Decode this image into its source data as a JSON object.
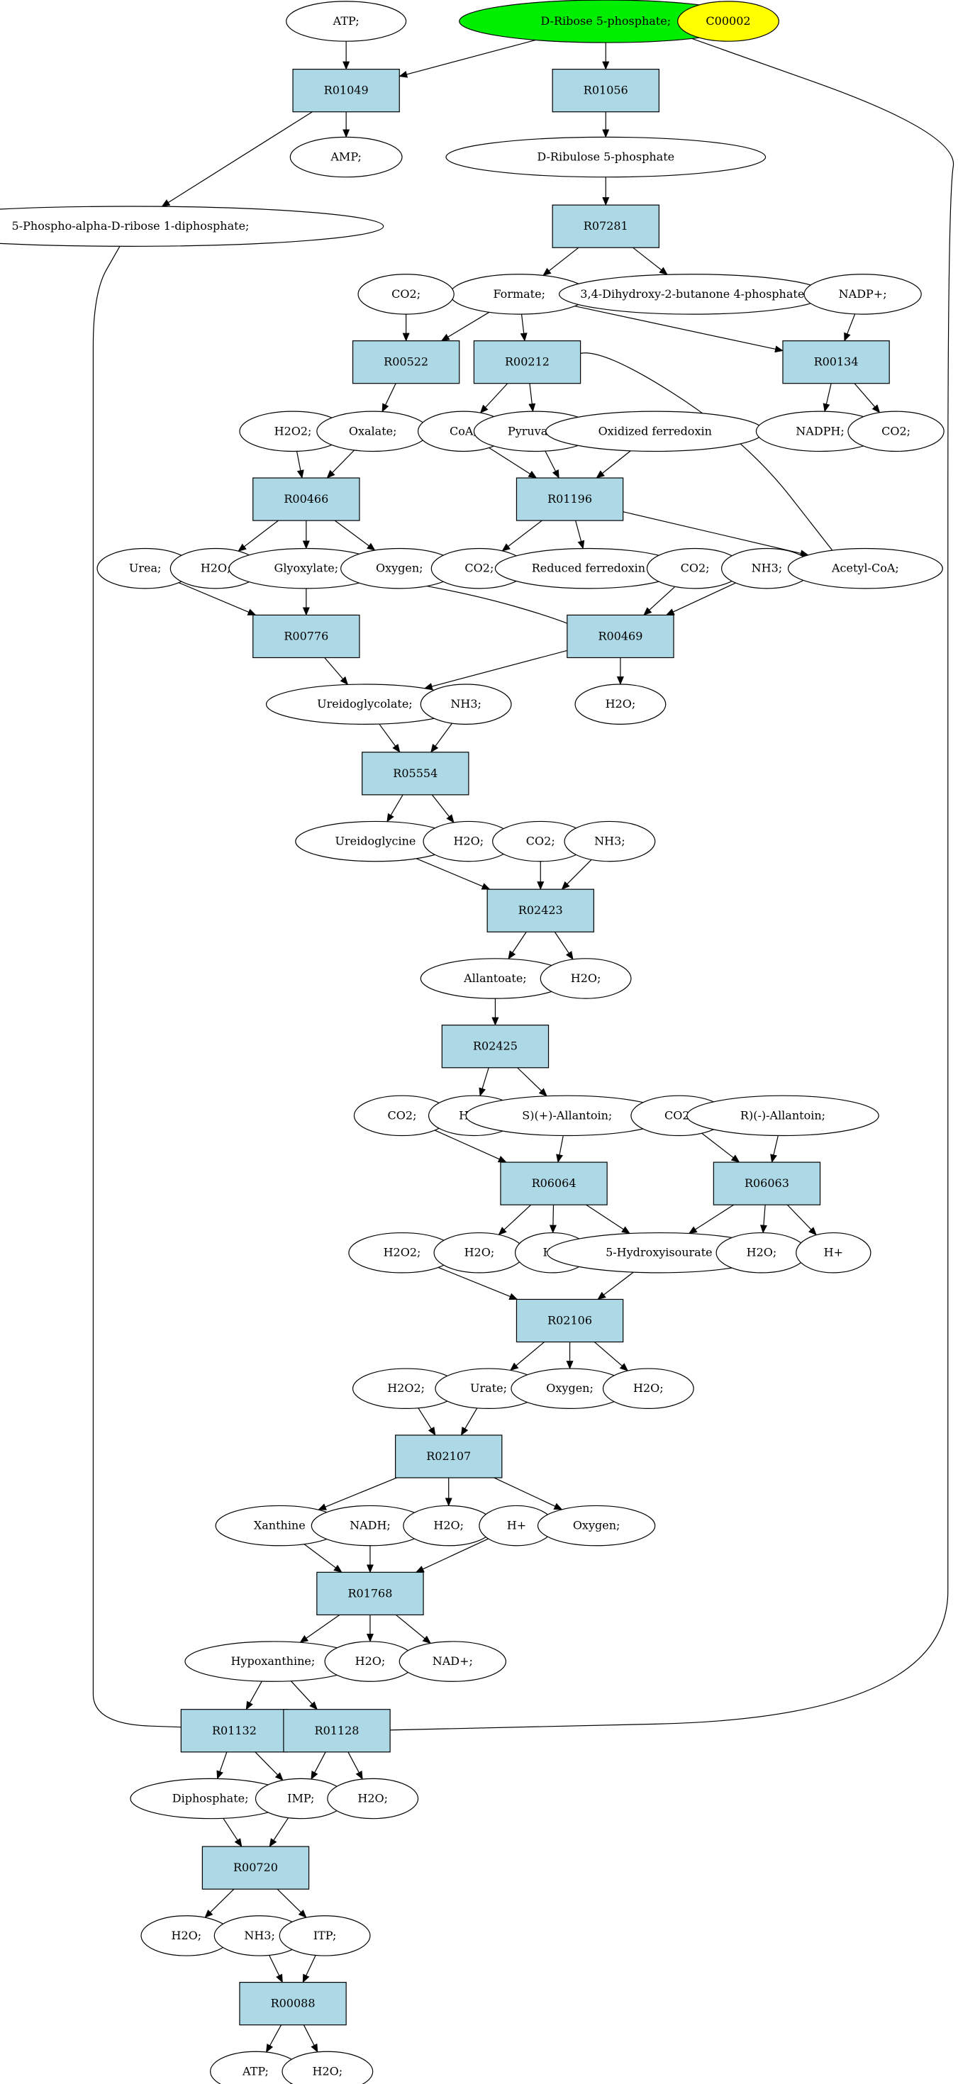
{
  "diagram": {
    "nodes": [
      {
        "id": "atp_top",
        "label": "ATP;",
        "shape": "ellipse",
        "fill": "#ffffff"
      },
      {
        "id": "ribose5p",
        "label": "D-Ribose 5-phosphate;",
        "shape": "ellipse",
        "fill": "#00ee00"
      },
      {
        "id": "c00002",
        "label": "C00002",
        "shape": "ellipse",
        "fill": "#ffff00"
      },
      {
        "id": "R01049",
        "label": "R01049",
        "shape": "box",
        "fill": "#add8e6"
      },
      {
        "id": "R01056",
        "label": "R01056",
        "shape": "box",
        "fill": "#add8e6"
      },
      {
        "id": "amp",
        "label": "AMP;",
        "shape": "ellipse",
        "fill": "#ffffff"
      },
      {
        "id": "ribulose5p",
        "label": "D-Ribulose 5-phosphate",
        "shape": "ellipse",
        "fill": "#ffffff"
      },
      {
        "id": "prpp",
        "label": "5-Phospho-alpha-D-ribose 1-diphosphate;",
        "shape": "ellipse",
        "fill": "#ffffff"
      },
      {
        "id": "R07281",
        "label": "R07281",
        "shape": "box",
        "fill": "#add8e6"
      },
      {
        "id": "formate",
        "label": "Formate;",
        "shape": "ellipse",
        "fill": "#ffffff"
      },
      {
        "id": "dhbp",
        "label": "3,4-Dihydroxy-2-butanone 4-phosphate",
        "shape": "ellipse",
        "fill": "#ffffff"
      },
      {
        "id": "co2_a",
        "label": "CO2;",
        "shape": "ellipse",
        "fill": "#ffffff"
      },
      {
        "id": "nadp",
        "label": "NADP+;",
        "shape": "ellipse",
        "fill": "#ffffff"
      },
      {
        "id": "R00522",
        "label": "R00522",
        "shape": "box",
        "fill": "#add8e6"
      },
      {
        "id": "R00212",
        "label": "R00212",
        "shape": "box",
        "fill": "#add8e6"
      },
      {
        "id": "R00134",
        "label": "R00134",
        "shape": "box",
        "fill": "#add8e6"
      },
      {
        "id": "h2o2_a",
        "label": "H2O2;",
        "shape": "ellipse",
        "fill": "#ffffff"
      },
      {
        "id": "oxalate",
        "label": "Oxalate;",
        "shape": "ellipse",
        "fill": "#ffffff"
      },
      {
        "id": "coa",
        "label": "CoA;",
        "shape": "ellipse",
        "fill": "#ffffff"
      },
      {
        "id": "pyruvate",
        "label": "Pyruvate;",
        "shape": "ellipse",
        "fill": "#ffffff"
      },
      {
        "id": "oxfd",
        "label": "Oxidized ferredoxin",
        "shape": "ellipse",
        "fill": "#ffffff"
      },
      {
        "id": "nadph",
        "label": "NADPH;",
        "shape": "ellipse",
        "fill": "#ffffff"
      },
      {
        "id": "co2_b",
        "label": "CO2;",
        "shape": "ellipse",
        "fill": "#ffffff"
      },
      {
        "id": "R00466",
        "label": "R00466",
        "shape": "box",
        "fill": "#add8e6"
      },
      {
        "id": "R01196",
        "label": "R01196",
        "shape": "box",
        "fill": "#add8e6"
      },
      {
        "id": "urea",
        "label": "Urea;",
        "shape": "ellipse",
        "fill": "#ffffff"
      },
      {
        "id": "h2o_a",
        "label": "H2O;",
        "shape": "ellipse",
        "fill": "#ffffff"
      },
      {
        "id": "glyoxylate",
        "label": "Glyoxylate;",
        "shape": "ellipse",
        "fill": "#ffffff"
      },
      {
        "id": "oxygen_a",
        "label": "Oxygen;",
        "shape": "ellipse",
        "fill": "#ffffff"
      },
      {
        "id": "co2_c",
        "label": "CO2;",
        "shape": "ellipse",
        "fill": "#ffffff"
      },
      {
        "id": "redfd",
        "label": "Reduced ferredoxin",
        "shape": "ellipse",
        "fill": "#ffffff"
      },
      {
        "id": "co2_d",
        "label": "CO2;",
        "shape": "ellipse",
        "fill": "#ffffff"
      },
      {
        "id": "nh3_a",
        "label": "NH3;",
        "shape": "ellipse",
        "fill": "#ffffff"
      },
      {
        "id": "acetylcoa",
        "label": "Acetyl-CoA;",
        "shape": "ellipse",
        "fill": "#ffffff"
      },
      {
        "id": "R00776",
        "label": "R00776",
        "shape": "box",
        "fill": "#add8e6"
      },
      {
        "id": "R00469",
        "label": "R00469",
        "shape": "box",
        "fill": "#add8e6"
      },
      {
        "id": "ureidoglycolate",
        "label": "Ureidoglycolate;",
        "shape": "ellipse",
        "fill": "#ffffff"
      },
      {
        "id": "nh3_b",
        "label": "NH3;",
        "shape": "ellipse",
        "fill": "#ffffff"
      },
      {
        "id": "h2o_b",
        "label": "H2O;",
        "shape": "ellipse",
        "fill": "#ffffff"
      },
      {
        "id": "R05554",
        "label": "R05554",
        "shape": "box",
        "fill": "#add8e6"
      },
      {
        "id": "ureidoglycine",
        "label": "Ureidoglycine",
        "shape": "ellipse",
        "fill": "#ffffff"
      },
      {
        "id": "h2o_c",
        "label": "H2O;",
        "shape": "ellipse",
        "fill": "#ffffff"
      },
      {
        "id": "co2_e",
        "label": "CO2;",
        "shape": "ellipse",
        "fill": "#ffffff"
      },
      {
        "id": "nh3_c",
        "label": "NH3;",
        "shape": "ellipse",
        "fill": "#ffffff"
      },
      {
        "id": "R02423",
        "label": "R02423",
        "shape": "box",
        "fill": "#add8e6"
      },
      {
        "id": "allantoate",
        "label": "Allantoate;",
        "shape": "ellipse",
        "fill": "#ffffff"
      },
      {
        "id": "h2o_d",
        "label": "H2O;",
        "shape": "ellipse",
        "fill": "#ffffff"
      },
      {
        "id": "R02425",
        "label": "R02425",
        "shape": "box",
        "fill": "#add8e6"
      },
      {
        "id": "co2_f",
        "label": "CO2;",
        "shape": "ellipse",
        "fill": "#ffffff"
      },
      {
        "id": "h2o_e",
        "label": "H2O;",
        "shape": "ellipse",
        "fill": "#ffffff"
      },
      {
        "id": "sallantoin",
        "label": "S)(+)-Allantoin;",
        "shape": "ellipse",
        "fill": "#ffffff"
      },
      {
        "id": "co2_g",
        "label": "CO2;",
        "shape": "ellipse",
        "fill": "#ffffff"
      },
      {
        "id": "rallantoin",
        "label": "R)(-)-Allantoin;",
        "shape": "ellipse",
        "fill": "#ffffff"
      },
      {
        "id": "R06064",
        "label": "R06064",
        "shape": "box",
        "fill": "#add8e6"
      },
      {
        "id": "R06063",
        "label": "R06063",
        "shape": "box",
        "fill": "#add8e6"
      },
      {
        "id": "h2o2_b",
        "label": "H2O2;",
        "shape": "ellipse",
        "fill": "#ffffff"
      },
      {
        "id": "h2o_f",
        "label": "H2O;",
        "shape": "ellipse",
        "fill": "#ffffff"
      },
      {
        "id": "hplus_a",
        "label": "H+",
        "shape": "ellipse",
        "fill": "#ffffff"
      },
      {
        "id": "hydroxyisourate",
        "label": "5-Hydroxyisourate",
        "shape": "ellipse",
        "fill": "#ffffff"
      },
      {
        "id": "h2o_g",
        "label": "H2O;",
        "shape": "ellipse",
        "fill": "#ffffff"
      },
      {
        "id": "hplus_b",
        "label": "H+",
        "shape": "ellipse",
        "fill": "#ffffff"
      },
      {
        "id": "R02106",
        "label": "R02106",
        "shape": "box",
        "fill": "#add8e6"
      },
      {
        "id": "h2o2_c",
        "label": "H2O2;",
        "shape": "ellipse",
        "fill": "#ffffff"
      },
      {
        "id": "urate",
        "label": "Urate;",
        "shape": "ellipse",
        "fill": "#ffffff"
      },
      {
        "id": "oxygen_b",
        "label": "Oxygen;",
        "shape": "ellipse",
        "fill": "#ffffff"
      },
      {
        "id": "h2o_h",
        "label": "H2O;",
        "shape": "ellipse",
        "fill": "#ffffff"
      },
      {
        "id": "R02107",
        "label": "R02107",
        "shape": "box",
        "fill": "#add8e6"
      },
      {
        "id": "xanthine",
        "label": "Xanthine",
        "shape": "ellipse",
        "fill": "#ffffff"
      },
      {
        "id": "nadh",
        "label": "NADH;",
        "shape": "ellipse",
        "fill": "#ffffff"
      },
      {
        "id": "h2o_i",
        "label": "H2O;",
        "shape": "ellipse",
        "fill": "#ffffff"
      },
      {
        "id": "hplus_c",
        "label": "H+",
        "shape": "ellipse",
        "fill": "#ffffff"
      },
      {
        "id": "oxygen_c",
        "label": "Oxygen;",
        "shape": "ellipse",
        "fill": "#ffffff"
      },
      {
        "id": "R01768",
        "label": "R01768",
        "shape": "box",
        "fill": "#add8e6"
      },
      {
        "id": "hypoxanthine",
        "label": "Hypoxanthine;",
        "shape": "ellipse",
        "fill": "#ffffff"
      },
      {
        "id": "h2o_j",
        "label": "H2O;",
        "shape": "ellipse",
        "fill": "#ffffff"
      },
      {
        "id": "nadplus",
        "label": "NAD+;",
        "shape": "ellipse",
        "fill": "#ffffff"
      },
      {
        "id": "R01132",
        "label": "R01132",
        "shape": "box",
        "fill": "#add8e6"
      },
      {
        "id": "R01128",
        "label": "R01128",
        "shape": "box",
        "fill": "#add8e6"
      },
      {
        "id": "diphosphate",
        "label": "Diphosphate;",
        "shape": "ellipse",
        "fill": "#ffffff"
      },
      {
        "id": "imp",
        "label": "IMP;",
        "shape": "ellipse",
        "fill": "#ffffff"
      },
      {
        "id": "h2o_k",
        "label": "H2O;",
        "shape": "ellipse",
        "fill": "#ffffff"
      },
      {
        "id": "R00720",
        "label": "R00720",
        "shape": "box",
        "fill": "#add8e6"
      },
      {
        "id": "h2o_l",
        "label": "H2O;",
        "shape": "ellipse",
        "fill": "#ffffff"
      },
      {
        "id": "nh3_d",
        "label": "NH3;",
        "shape": "ellipse",
        "fill": "#ffffff"
      },
      {
        "id": "itp",
        "label": "ITP;",
        "shape": "ellipse",
        "fill": "#ffffff"
      },
      {
        "id": "R00088",
        "label": "R00088",
        "shape": "box",
        "fill": "#add8e6"
      },
      {
        "id": "atp_bottom",
        "label": "ATP;",
        "shape": "ellipse",
        "fill": "#ffffff"
      },
      {
        "id": "h2o_m",
        "label": "H2O;",
        "shape": "ellipse",
        "fill": "#ffffff"
      }
    ],
    "edges": [
      [
        "atp_top",
        "R01049"
      ],
      [
        "ribose5p",
        "R01049"
      ],
      [
        "ribose5p",
        "R01056"
      ],
      [
        "ribose5p",
        "R01128"
      ],
      [
        "R01049",
        "amp"
      ],
      [
        "R01049",
        "prpp"
      ],
      [
        "R01056",
        "ribulose5p"
      ],
      [
        "ribulose5p",
        "R07281"
      ],
      [
        "R07281",
        "formate"
      ],
      [
        "R07281",
        "dhbp"
      ],
      [
        "co2_a",
        "R00522"
      ],
      [
        "formate",
        "R00522"
      ],
      [
        "formate",
        "R00212"
      ],
      [
        "formate",
        "R00134"
      ],
      [
        "nadp",
        "R00134"
      ],
      [
        "R00522",
        "oxalate"
      ],
      [
        "R00212",
        "coa"
      ],
      [
        "R00212",
        "pyruvate"
      ],
      [
        "R00134",
        "nadph"
      ],
      [
        "R00134",
        "co2_b"
      ],
      [
        "h2o2_a",
        "R00466"
      ],
      [
        "oxalate",
        "R00466"
      ],
      [
        "coa",
        "R01196"
      ],
      [
        "pyruvate",
        "R01196"
      ],
      [
        "oxfd",
        "R01196"
      ],
      [
        "R00466",
        "h2o_a"
      ],
      [
        "R00466",
        "glyoxylate"
      ],
      [
        "R00466",
        "oxygen_a"
      ],
      [
        "R01196",
        "co2_c"
      ],
      [
        "R01196",
        "redfd"
      ],
      [
        "R01196",
        "acetylcoa"
      ],
      [
        "acetylcoa",
        "R00212"
      ],
      [
        "urea",
        "R00776"
      ],
      [
        "glyoxylate",
        "R00776"
      ],
      [
        "glyoxylate",
        "R00469"
      ],
      [
        "co2_d",
        "R00469"
      ],
      [
        "nh3_a",
        "R00469"
      ],
      [
        "R00776",
        "ureidoglycolate"
      ],
      [
        "R00469",
        "ureidoglycolate"
      ],
      [
        "R00469",
        "h2o_b"
      ],
      [
        "ureidoglycolate",
        "R05554"
      ],
      [
        "nh3_b",
        "R05554"
      ],
      [
        "R05554",
        "ureidoglycine"
      ],
      [
        "R05554",
        "h2o_c"
      ],
      [
        "ureidoglycine",
        "R02423"
      ],
      [
        "co2_e",
        "R02423"
      ],
      [
        "nh3_c",
        "R02423"
      ],
      [
        "R02423",
        "allantoate"
      ],
      [
        "R02423",
        "h2o_d"
      ],
      [
        "allantoate",
        "R02425"
      ],
      [
        "R02425",
        "h2o_e"
      ],
      [
        "R02425",
        "sallantoin"
      ],
      [
        "co2_f",
        "R06064"
      ],
      [
        "sallantoin",
        "R06064"
      ],
      [
        "co2_g",
        "R06063"
      ],
      [
        "rallantoin",
        "R06063"
      ],
      [
        "R06064",
        "h2o_f"
      ],
      [
        "R06064",
        "hplus_a"
      ],
      [
        "R06064",
        "hydroxyisourate"
      ],
      [
        "R06063",
        "hydroxyisourate"
      ],
      [
        "R06063",
        "h2o_g"
      ],
      [
        "R06063",
        "hplus_b"
      ],
      [
        "h2o2_b",
        "R02106"
      ],
      [
        "hydroxyisourate",
        "R02106"
      ],
      [
        "R02106",
        "urate"
      ],
      [
        "R02106",
        "oxygen_b"
      ],
      [
        "R02106",
        "h2o_h"
      ],
      [
        "h2o2_c",
        "R02107"
      ],
      [
        "urate",
        "R02107"
      ],
      [
        "R02107",
        "xanthine"
      ],
      [
        "R02107",
        "h2o_i"
      ],
      [
        "R02107",
        "oxygen_c"
      ],
      [
        "xanthine",
        "R01768"
      ],
      [
        "nadh",
        "R01768"
      ],
      [
        "hplus_c",
        "R01768"
      ],
      [
        "R01768",
        "hypoxanthine"
      ],
      [
        "R01768",
        "h2o_j"
      ],
      [
        "R01768",
        "nadplus"
      ],
      [
        "prpp",
        "R01132"
      ],
      [
        "hypoxanthine",
        "R01132"
      ],
      [
        "hypoxanthine",
        "R01128"
      ],
      [
        "R01132",
        "diphosphate"
      ],
      [
        "R01132",
        "imp"
      ],
      [
        "R01128",
        "imp"
      ],
      [
        "R01128",
        "h2o_k"
      ],
      [
        "diphosphate",
        "R00720"
      ],
      [
        "imp",
        "R00720"
      ],
      [
        "R00720",
        "h2o_l"
      ],
      [
        "R00720",
        "itp"
      ],
      [
        "nh3_d",
        "R00088"
      ],
      [
        "itp",
        "R00088"
      ],
      [
        "R00088",
        "atp_bottom"
      ],
      [
        "R00088",
        "h2o_m"
      ]
    ]
  }
}
